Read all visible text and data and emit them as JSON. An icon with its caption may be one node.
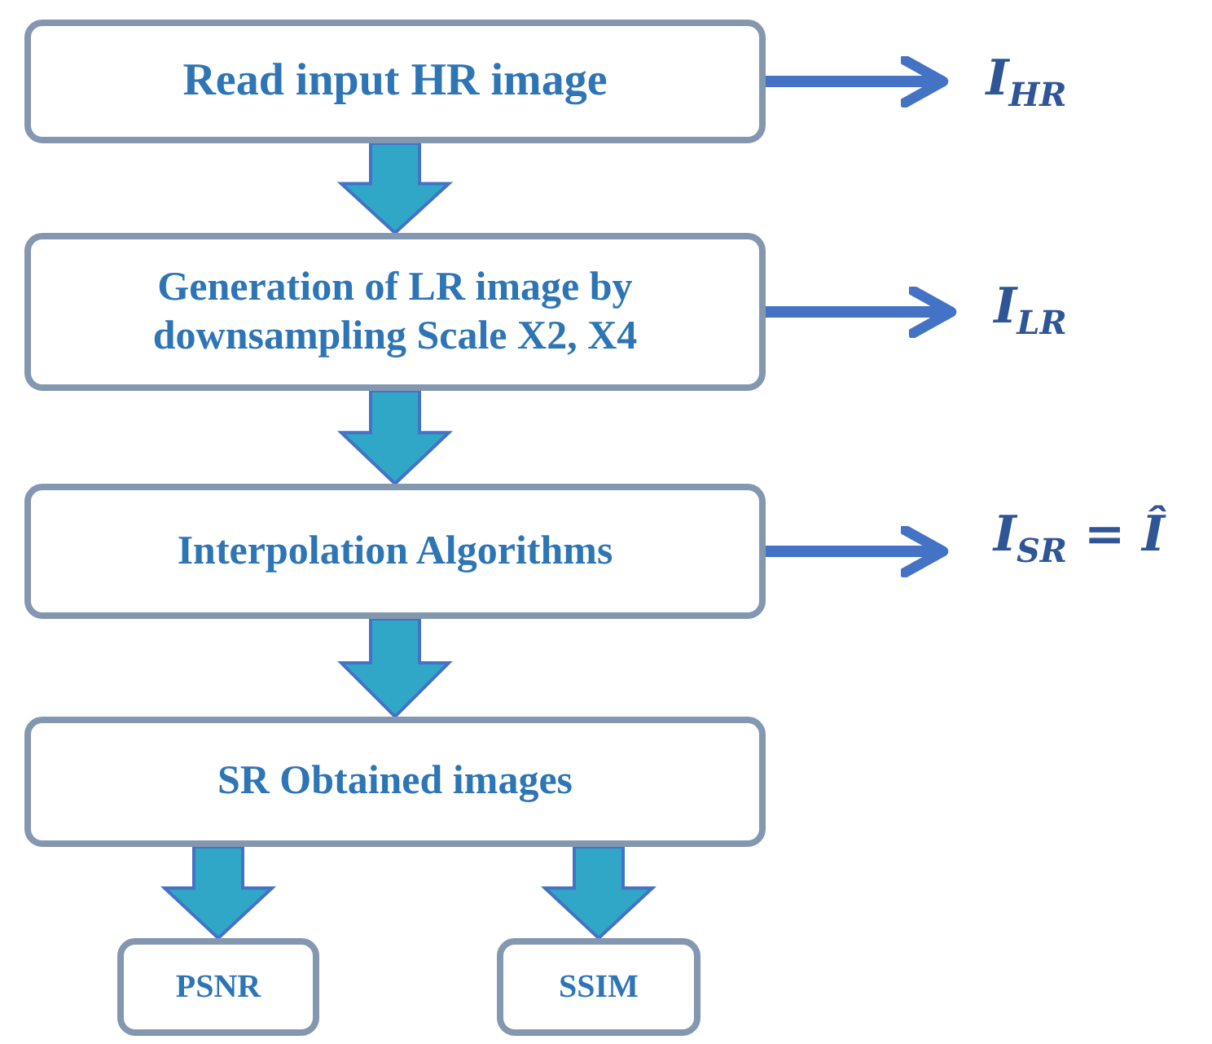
{
  "diagram": {
    "nodes": [
      {
        "text": [
          "Read input HR  image"
        ]
      },
      {
        "text": [
          "I$_{HR}$"
        ]
      },
      {
        "text": [
          "Generation of LR image by downsampling Scale X2, X4"
        ]
      },
      {
        "text": [
          "I$_{LR}$"
        ]
      },
      {
        "text": [
          "Interpolation Algorithms"
        ]
      },
      {
        "text": [
          "I$_{SR}$ = Î"
        ]
      },
      {
        "text": [
          "SR Obtained images"
        ]
      },
      {
        "text": [
          "PSNR"
        ]
      },
      {
        "text": [
          "SSIM"
        ]
      }
    ],
    "edges": [
      {
        "from": 0,
        "to": 1,
        "arrow": "to"
      },
      {
        "from": 0,
        "to": 2,
        "arrow": "to",
        "style": "thick",
        "color": "#31a7c8"
      },
      {
        "from": 2,
        "to": 3,
        "arrow": "to"
      },
      {
        "from": 2,
        "to": 4,
        "arrow": "to",
        "style": "thick",
        "color": "#31a7c8"
      },
      {
        "from": 4,
        "to": 5,
        "arrow": "to"
      },
      {
        "from": 4,
        "to": 6,
        "arrow": "to",
        "style": "thick",
        "color": "#31a7c8"
      },
      {
        "from": 6,
        "to": 7,
        "arrow": "to",
        "style": "thick",
        "color": "#31a7c8"
      },
      {
        "from": 6,
        "to": 8,
        "arrow": "to",
        "style": "thick",
        "color": "#31a7c8"
      }
    ]
  }
}
